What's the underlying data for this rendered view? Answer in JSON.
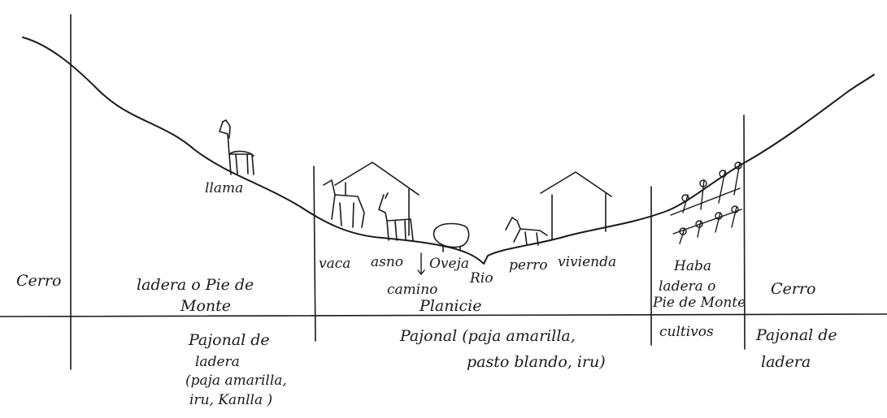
{
  "zones": {
    "cerro_left": "Cerro",
    "ladera_left": [
      "ladera o Pie de",
      "Monte"
    ],
    "planicie": "Planicie",
    "ladera_right": [
      "ladera o",
      "Pie de Monte"
    ],
    "cerro_right": "Cerro"
  },
  "features": {
    "llama": "llama",
    "vaca": "vaca",
    "asno": "asno",
    "camino": "camino",
    "oveja": "Oveja",
    "rio": "Rio",
    "perro": "perro",
    "vivienda": "vivienda",
    "haba": "Haba",
    "cultivos": "cultivos"
  },
  "vegetation": {
    "left": [
      "Pajonal de",
      "ladera",
      "(paja amarilla,",
      "iru, Kanlla )"
    ],
    "center": [
      "Pajonal (paja amarilla,",
      "pasto blando, iru)"
    ],
    "right": [
      "Pajonal de",
      "ladera"
    ]
  },
  "colors": {
    "ink": "#1a1a1a",
    "background": "#ffffff"
  }
}
